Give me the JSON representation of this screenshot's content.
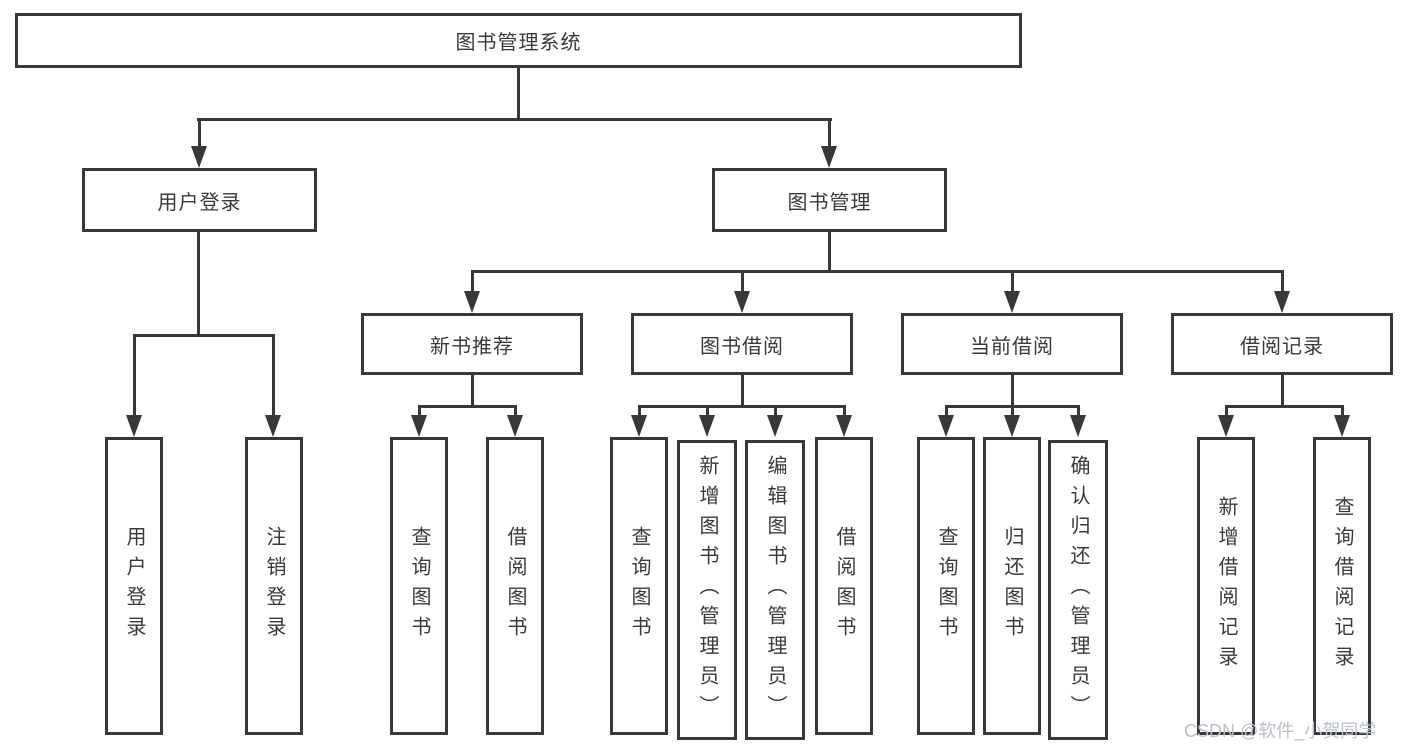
{
  "diagram_type": "hierarchy-tree",
  "title": "图书管理系统",
  "watermark": "CSDN @软件_小贺同学",
  "colors": {
    "line": "#383838",
    "box_border": "#383838",
    "text": "#3a3a3a",
    "watermark": "#b9c0ca",
    "background": "#ffffff"
  },
  "nodes": {
    "root": "图书管理系统",
    "login": "用户登录",
    "manage": "图书管理",
    "recommend": "新书推荐",
    "borrow": "图书借阅",
    "current": "当前借阅",
    "records": "借阅记录",
    "login_user": "用户登录",
    "login_logout": "注销登录",
    "rec_query": "查询图书",
    "rec_borrow": "借阅图书",
    "bor_query": "查询图书",
    "bor_add": "新增图书（管理员）",
    "bor_edit": "编辑图书（管理员）",
    "bor_borrow": "借阅图书",
    "cur_query": "查询图书",
    "cur_return": "归还图书",
    "cur_confirm": "确认归还（管理员）",
    "recd_add": "新增借阅记录",
    "recd_query": "查询借阅记录"
  },
  "hierarchy": {
    "图书管理系统": {
      "用户登录": [
        "用户登录",
        "注销登录"
      ],
      "图书管理": {
        "新书推荐": [
          "查询图书",
          "借阅图书"
        ],
        "图书借阅": [
          "查询图书",
          "新增图书（管理员）",
          "编辑图书（管理员）",
          "借阅图书"
        ],
        "当前借阅": [
          "查询图书",
          "归还图书",
          "确认归还（管理员）"
        ],
        "借阅记录": [
          "新增借阅记录",
          "查询借阅记录"
        ]
      }
    }
  }
}
